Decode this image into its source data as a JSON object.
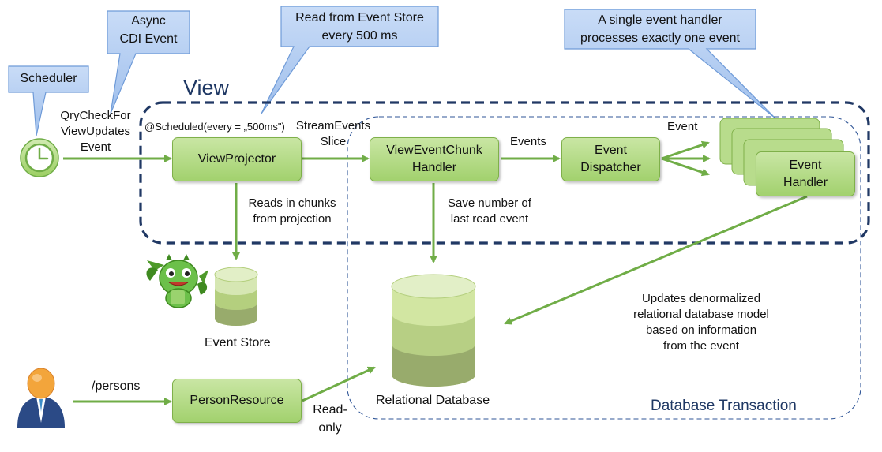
{
  "callouts": {
    "scheduler": "Scheduler",
    "async_cdi": [
      "Async",
      "CDI Event"
    ],
    "read_event_store": [
      "Read from Event Store",
      "every 500 ms"
    ],
    "single_handler": [
      "A single event handler",
      "processes exactly one event"
    ]
  },
  "titles": {
    "view": "View",
    "db_transaction": "Database Transaction"
  },
  "boxes": {
    "view_projector": "ViewProjector",
    "chunk_handler": [
      "ViewEventChunk",
      "Handler"
    ],
    "event_dispatcher": [
      "Event",
      "Dispatcher"
    ],
    "event_handler": [
      "Event",
      "Handler"
    ],
    "person_resource": "PersonResource"
  },
  "labels": {
    "qry_check": [
      "QryCheckFor",
      "ViewUpdates",
      "Event"
    ],
    "scheduled": "@Scheduled(every = „500ms\")",
    "stream_events": [
      "StreamEvents",
      "Slice"
    ],
    "events": "Events",
    "event": "Event",
    "reads_in_chunks": [
      "Reads in chunks",
      "from projection"
    ],
    "save_number": [
      "Save number of",
      "last read event"
    ],
    "updates": [
      "Updates denormalized",
      "relational database model",
      "based on information",
      "from the event"
    ],
    "persons": "/persons",
    "read_only": [
      "Read-",
      "only"
    ]
  },
  "stores": {
    "event_store": "Event Store",
    "relational_db": "Relational Database"
  },
  "icons": [
    "clock-icon",
    "person-icon",
    "mascot-icon"
  ],
  "colors": {
    "arrow": "#70ad47",
    "callout": "#b4cdf0",
    "callout_border": "#6f9bd8",
    "view_border": "#203864",
    "db_border": "#2f5597"
  }
}
